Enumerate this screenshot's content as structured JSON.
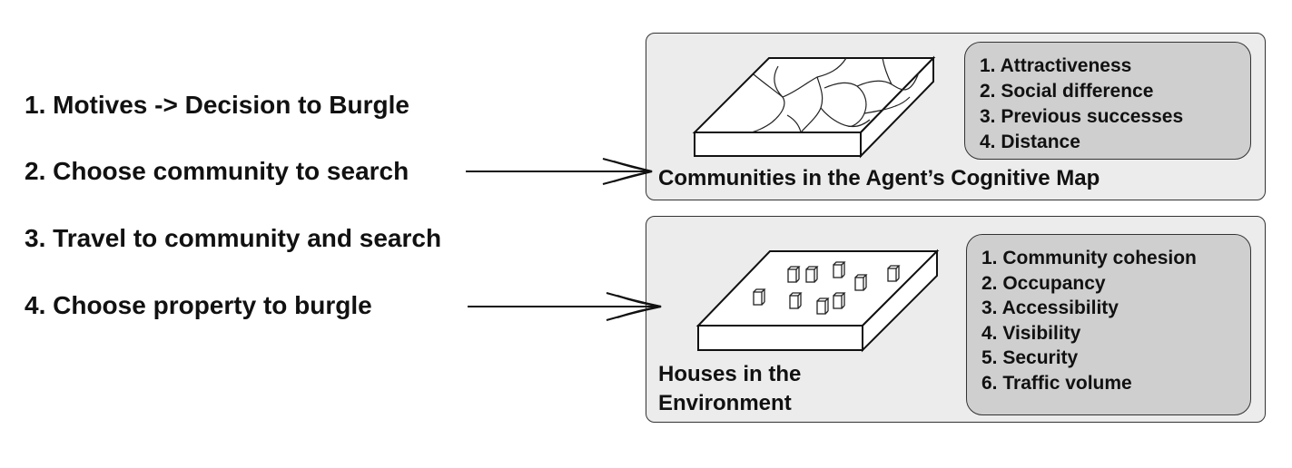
{
  "steps": [
    "1. Motives -> Decision to Burgle",
    "2. Choose community to search",
    "3. Travel to community and search",
    "4. Choose property to burgle"
  ],
  "communities_panel": {
    "caption": "Communities in the Agent’s Cognitive Map",
    "factors": [
      "1. Attractiveness",
      "2. Social difference",
      "3. Previous successes",
      "4. Distance"
    ]
  },
  "houses_panel": {
    "caption": "Houses in the\nEnvironment",
    "factors": [
      "1. Community cohesion",
      "2. Occupancy",
      "3. Accessibility",
      "4. Visibility",
      "5. Security",
      "6. Traffic volume"
    ]
  }
}
